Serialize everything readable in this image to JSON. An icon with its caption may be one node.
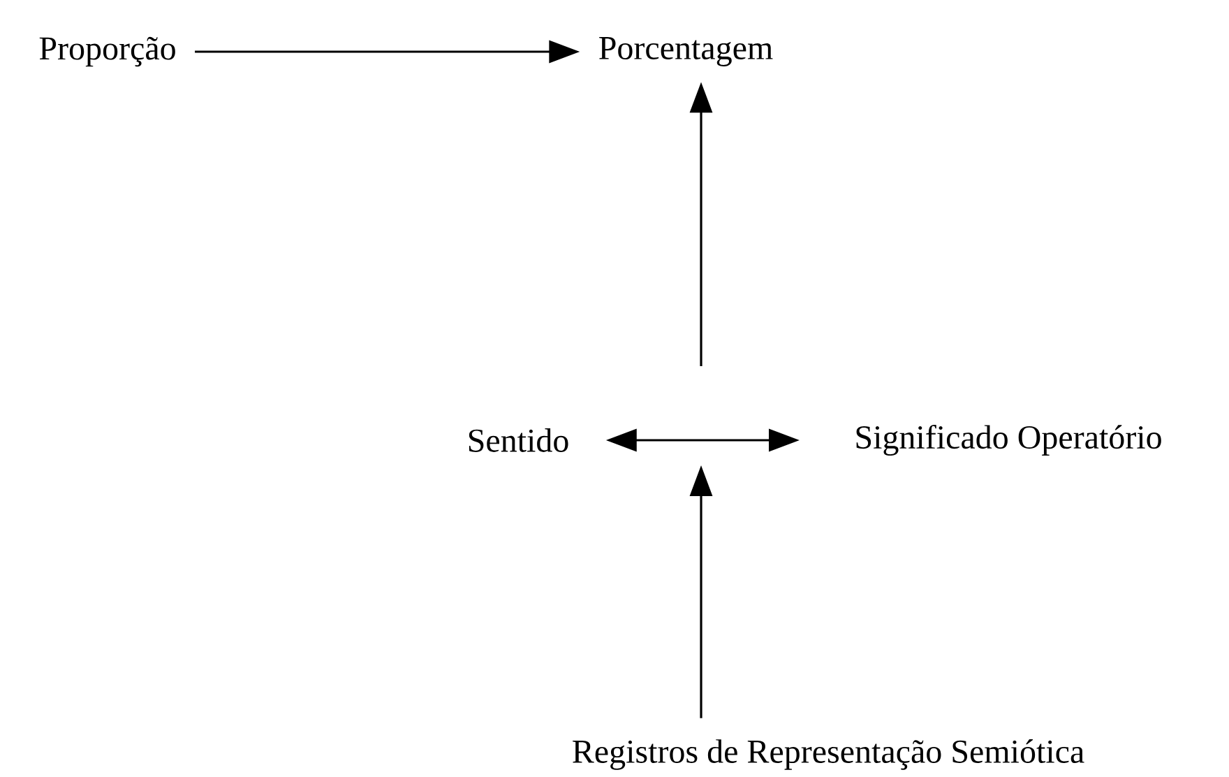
{
  "diagram": {
    "nodes": [
      {
        "text": [
          "Proporção"
        ]
      },
      {
        "text": [
          "Porcentagem"
        ]
      },
      {
        "text": [
          "Sentido"
        ]
      },
      {
        "text": [
          "Significado Operatório"
        ]
      },
      {
        "text": [
          "Registros de Representação Semiótica"
        ]
      }
    ],
    "edges": [
      {
        "from": 0,
        "to": 1,
        "arrow": "to"
      },
      {
        "from": null,
        "to": 1,
        "arrow": "to"
      },
      {
        "from": 2,
        "to": 3,
        "arrow": "both"
      },
      {
        "from": 4,
        "to": null,
        "arrow": "to"
      }
    ]
  }
}
